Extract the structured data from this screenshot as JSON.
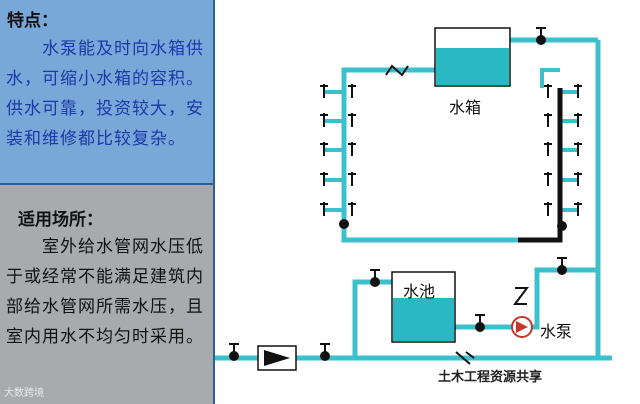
{
  "panel_top": {
    "heading": "特点：",
    "text": "水泵能及时向水箱供水，可缩小水箱的容积。供水可靠，投资较大，安装和维修都比较复杂。"
  },
  "panel_bottom": {
    "heading": "适用场所：",
    "text": "室外给水管网水压低于或经常不能满足建筑内部给水管网所需水压，且室内用水不均匀时采用。"
  },
  "diagram": {
    "tank_label": "水箱",
    "pool_label": "水池",
    "pump_label": "水泵",
    "colors": {
      "pipe": "#3cc0cc",
      "water": "#2ab8c2",
      "riser": "#111111"
    }
  },
  "watermark_left": "大数跨境",
  "watermark_right": "土木工程资源共享"
}
